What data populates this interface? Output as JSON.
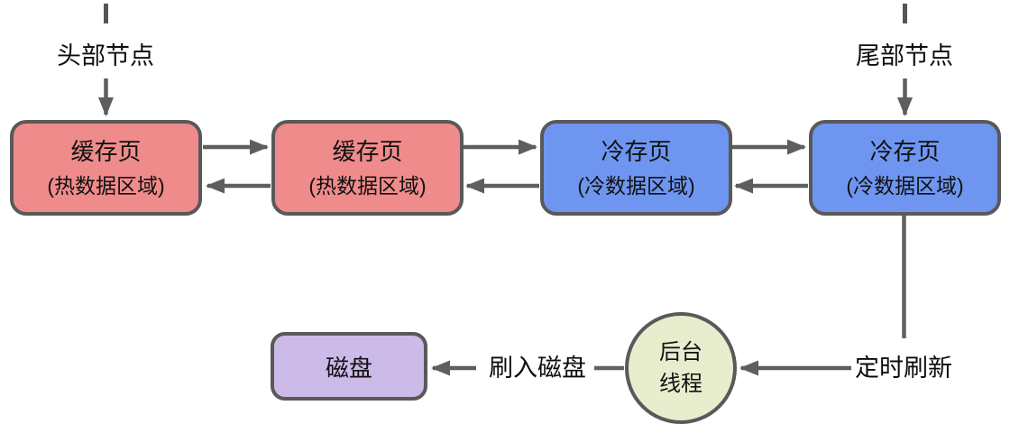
{
  "diagram": {
    "title_hint": "buffer-pool LRU hot/cold page list with background flush",
    "head_label": "头部节点",
    "tail_label": "尾部节点",
    "boxes": [
      {
        "id": "hot-page-1",
        "line1": "缓存页",
        "line2": "(热数据区域)",
        "fill": "#F08B8B"
      },
      {
        "id": "hot-page-2",
        "line1": "缓存页",
        "line2": "(热数据区域)",
        "fill": "#F08B8B"
      },
      {
        "id": "cold-page-1",
        "line1": "冷存页",
        "line2": "(冷数据区域)",
        "fill": "#6E96F0"
      },
      {
        "id": "cold-page-2",
        "line1": "冷存页",
        "line2": "(冷数据区域)",
        "fill": "#6E96F0"
      }
    ],
    "disk_box": {
      "label": "磁盘",
      "fill": "#CCBAE8"
    },
    "thread_circle": {
      "line1": "后台",
      "line2": "线程",
      "fill": "#E8EDCE"
    },
    "flush_label": "刷入磁盘",
    "refresh_label": "定时刷新",
    "colors": {
      "hot_fill": "#F08B8B",
      "cold_fill": "#6E96F0",
      "disk_fill": "#CCBAE8",
      "thread_fill": "#E8EDCE",
      "border": "#595959",
      "arrow": "#5E5E5E",
      "text": "#111111"
    }
  }
}
